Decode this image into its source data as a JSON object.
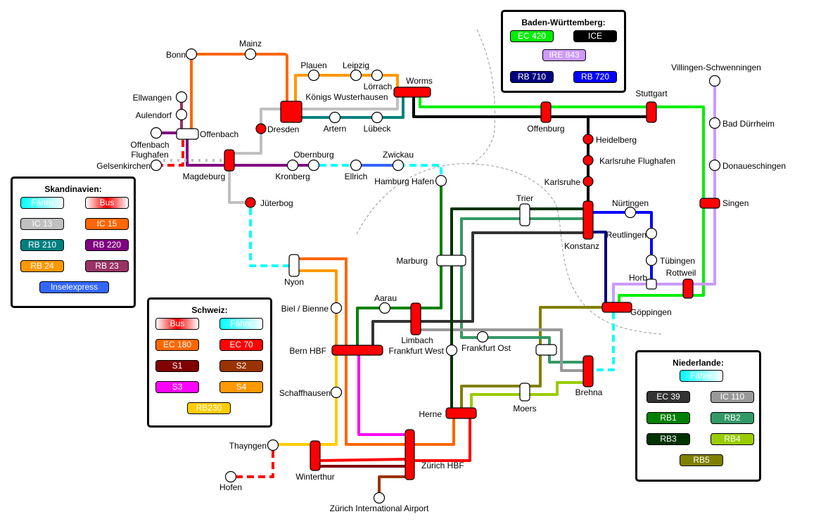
{
  "stations": {
    "bonn": "Bonn",
    "mainz": "Mainz",
    "ellwangen": "Ellwangen",
    "aulendorf": "Aulendorf",
    "offenbach": "Offenbach",
    "offenbach_flughafen_1": "Offenbach",
    "offenbach_flughafen_2": "Flughafen",
    "gelsenkirchen": "Gelsenkirchen",
    "magdeburg": "Magdeburg",
    "dresden": "Dresden",
    "koenigs_wusterhausen": "Königs Wusterhausen",
    "plauen": "Plauen",
    "leipzig": "Leipzig",
    "loerrach": "Lörrach",
    "worms": "Worms",
    "artern": "Artern",
    "luebeck": "Lübeck",
    "jueterbog": "Jüterbog",
    "kronberg": "Kronberg",
    "obernburg": "Obernburg",
    "ellrich": "Ellrich",
    "zwickau": "Zwickau",
    "hamburg_hafen": "Hamburg Hafen",
    "offenburg": "Offenburg",
    "stuttgart": "Stuttgart",
    "heidelberg": "Heidelberg",
    "karlsruhe_flughafen": "Karlsruhe Flughafen",
    "karlsruhe": "Karlsruhe",
    "konstanz": "Konstanz",
    "nuertingen": "Nürtingen",
    "reutlingen": "Reutlingen",
    "tuebingen": "Tübingen",
    "horb": "Horb",
    "rottweil": "Rottweil",
    "singen": "Singen",
    "villingen": "Villingen-Schwenningen",
    "bad_duerrheim": "Bad Dürrheim",
    "donaueschingen": "Donaueschingen",
    "goeppingen": "Göppingen",
    "trier": "Trier",
    "marburg": "Marburg",
    "nyon": "Nyon",
    "biel": "Biel / Bienne",
    "bern": "Bern HBF",
    "schaffhausen": "Schaffhausen",
    "aarau": "Aarau",
    "limbach": "Limbach",
    "frankfurt_west": "Frankfurt West",
    "frankfurt_ost": "Frankfurt Ost",
    "brehna": "Brehna",
    "moers": "Moers",
    "herne": "Herne",
    "zuerich_hbf": "Zürich HBF",
    "winterthur": "Winterthur",
    "thayngen": "Thayngen",
    "hofen": "Hofen",
    "zuerich_airport": "Zürich International Airport"
  },
  "colors": {
    "faehre": "#00ffff",
    "bus": "#ff0000",
    "ic13": "#c0c0c0",
    "ic15": "#ff6600",
    "rb210": "#008080",
    "rb220": "#800080",
    "rb24": "#ff9900",
    "rb23": "#993366",
    "inselexpress": "#3366ff",
    "ec420": "#00ee00",
    "ice": "#000000",
    "ire843": "#cc99ff",
    "rb710": "#000080",
    "rb720": "#0000ff",
    "ec180": "#ff6600",
    "ec70": "#ff0000",
    "s1": "#800000",
    "s2": "#993300",
    "s3": "#ff00ff",
    "s4": "#ff9900",
    "rb230": "#ffcc00",
    "ec39": "#333333",
    "ic110": "#999999",
    "rb1": "#008000",
    "rb2": "#339966",
    "rb3": "#003300",
    "rb4": "#99cc00",
    "rb5": "#808000",
    "interchange": "#ff0000"
  },
  "legends": {
    "skandinavien": {
      "title": "Skandinavien:",
      "items": [
        {
          "label": "Fähre",
          "color": "faehre"
        },
        {
          "label": "Bus",
          "color": "bus"
        },
        {
          "label": "IC 13",
          "color": "ic13"
        },
        {
          "label": "IC 15",
          "color": "ic15"
        },
        {
          "label": "RB 210",
          "color": "rb210"
        },
        {
          "label": "RB 220",
          "color": "rb220"
        },
        {
          "label": "RB 24",
          "color": "rb24"
        },
        {
          "label": "RB 23",
          "color": "rb23"
        },
        {
          "label": "Inselexpress",
          "color": "inselexpress"
        }
      ]
    },
    "schweiz": {
      "title": "Schweiz:",
      "items": [
        {
          "label": "Bus",
          "color": "bus"
        },
        {
          "label": "Fähre",
          "color": "faehre"
        },
        {
          "label": "EC 180",
          "color": "ec180"
        },
        {
          "label": "EC 70",
          "color": "ec70"
        },
        {
          "label": "S1",
          "color": "s1"
        },
        {
          "label": "S2",
          "color": "s2"
        },
        {
          "label": "S3",
          "color": "s3"
        },
        {
          "label": "S4",
          "color": "s4"
        },
        {
          "label": "RB230",
          "color": "rb230"
        }
      ]
    },
    "niederlande": {
      "title": "Niederlande:",
      "items": [
        {
          "label": "Fähre",
          "color": "faehre"
        },
        {
          "label": "EC 39",
          "color": "ec39"
        },
        {
          "label": "IC 110",
          "color": "ic110"
        },
        {
          "label": "RB1",
          "color": "rb1"
        },
        {
          "label": "RB2",
          "color": "rb2"
        },
        {
          "label": "RB3",
          "color": "rb3"
        },
        {
          "label": "RB4",
          "color": "rb4"
        },
        {
          "label": "RB5",
          "color": "rb5"
        }
      ]
    },
    "baden_wuerttemberg": {
      "title": "Baden-Württemberg:",
      "items": [
        {
          "label": "EC 420",
          "color": "ec420"
        },
        {
          "label": "ICE",
          "color": "ice"
        },
        {
          "label": "IRE 843",
          "color": "ire843"
        },
        {
          "label": "RB 710",
          "color": "rb710"
        },
        {
          "label": "RB 720",
          "color": "rb720"
        }
      ]
    }
  }
}
